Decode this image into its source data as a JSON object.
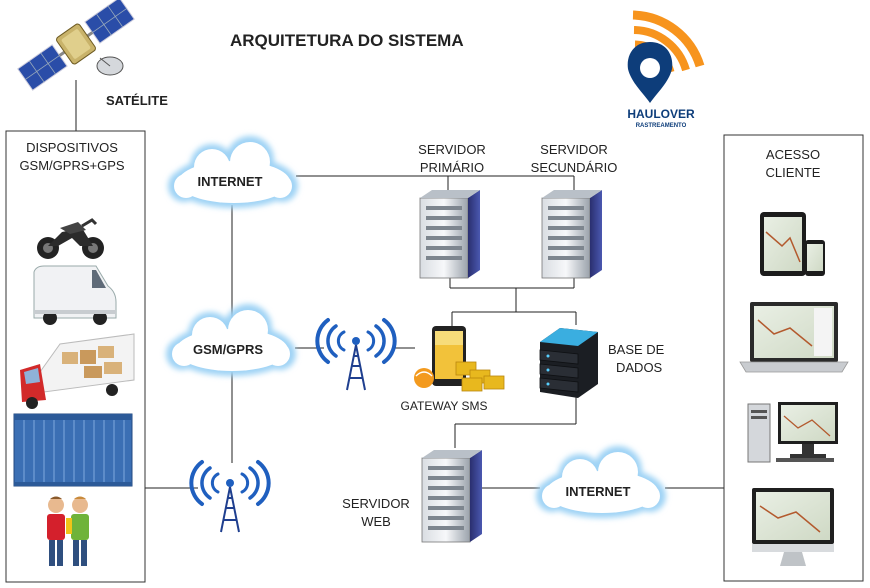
{
  "title": "ARQUITETURA DO SISTEMA",
  "brand": {
    "name": "HAULOVER",
    "tagline": "RASTREAMENTO",
    "color_orange": "#f7941d",
    "color_blue": "#0d3d7a"
  },
  "satellite": {
    "label": "SATÉLITE"
  },
  "devices_panel": {
    "title_line1": "DISPOSITIVOS",
    "title_line2": "GSM/GPRS+GPS",
    "items": [
      "motorcycle-icon",
      "van-icon",
      "truck-icon",
      "container-icon",
      "people-icon"
    ]
  },
  "client_panel": {
    "title_line1": "ACESSO",
    "title_line2": "CLIENTE",
    "items": [
      "tablet-phone-icon",
      "laptop-icon",
      "desktop-tower-icon",
      "monitor-icon"
    ]
  },
  "clouds": {
    "internet_top": "INTERNET",
    "gsm": "GSM/GPRS",
    "internet_bottom": "INTERNET"
  },
  "servers": {
    "primary_line1": "SERVIDOR",
    "primary_line2": "PRIMÁRIO",
    "secondary_line1": "SERVIDOR",
    "secondary_line2": "SECUNDÁRIO",
    "web_line1": "SERVIDOR",
    "web_line2": "WEB"
  },
  "gateway": {
    "label": "GATEWAY SMS"
  },
  "database": {
    "label_line1": "BASE DE",
    "label_line2": "DADOS"
  },
  "colors": {
    "cloud_glow": "#9fd3f5",
    "antenna": "#1f5fbf",
    "line": "#222222"
  }
}
